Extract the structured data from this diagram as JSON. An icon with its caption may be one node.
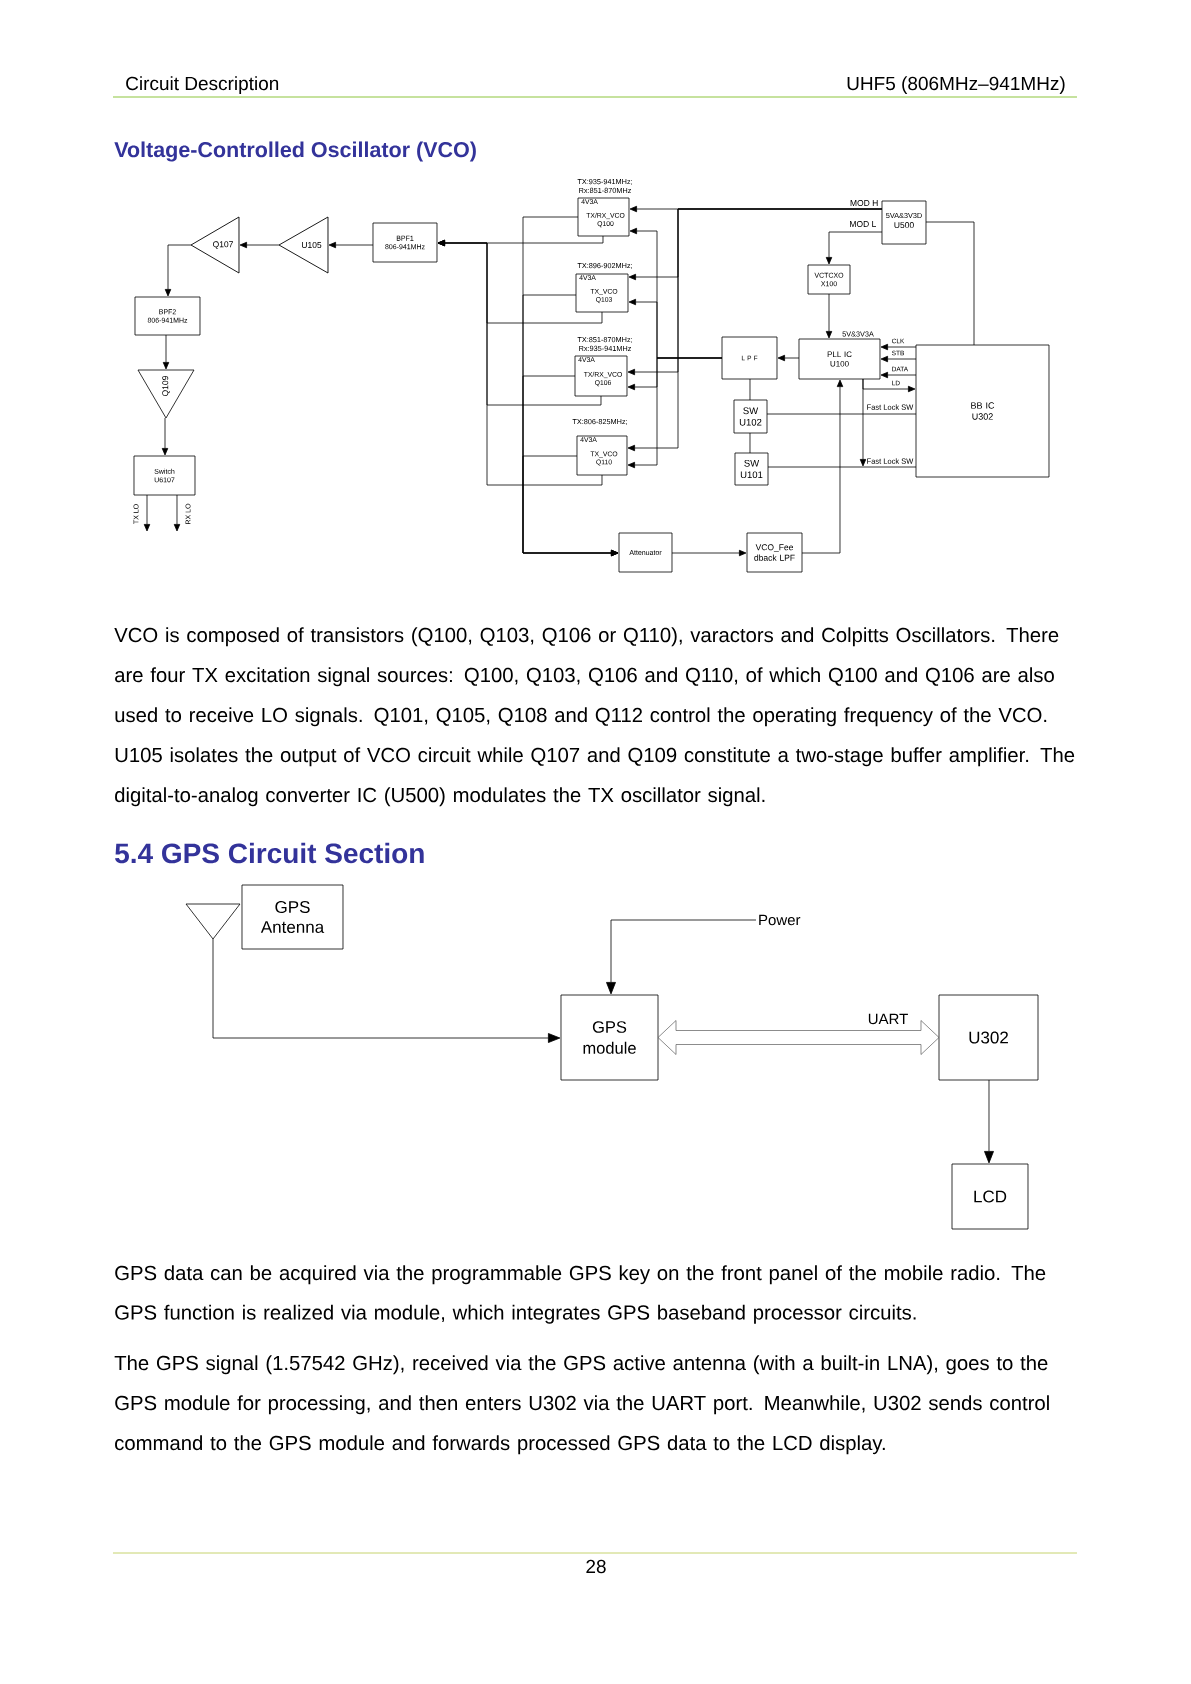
{
  "diagram": {
    "title": "Voltage-Controlled Oscillator (VCO)",
    "nodes": [
      {
        "text": [
          "Q107"
        ]
      },
      {
        "text": [
          "U105"
        ]
      },
      {
        "text": [
          "BPF1",
          "806-941MHz"
        ]
      },
      {
        "text": [
          "BPF2",
          "806-941MHz"
        ]
      },
      {
        "text": [
          "Q109"
        ]
      },
      {
        "text": [
          "Switch",
          "U6107"
        ]
      },
      {
        "text": [
          "4V3A",
          "TX/RX_VCO",
          "Q100"
        ],
        "beside": [
          "TX:935-941MHz; Rx:851-870MHz"
        ]
      },
      {
        "text": [
          "4V3A",
          "TX_VCO",
          "Q103"
        ],
        "beside": [
          "TX:896-902MHz;"
        ]
      },
      {
        "text": [
          "4V3A",
          "TX/RX_VCO",
          "Q106"
        ],
        "beside": [
          "TX:851-870MHz; Rx:935-941MHz"
        ]
      },
      {
        "text": [
          "4V3A",
          "TX_VCO",
          "Q110"
        ],
        "beside": [
          "TX:806-825MHz;"
        ]
      },
      {
        "text": [
          "5VA&3V3D",
          "U500"
        ]
      },
      {
        "text": [
          "VCTCXO",
          "X100"
        ]
      },
      {
        "text": [
          "L P F"
        ]
      },
      {
        "text": [
          "PLL IC",
          "U100"
        ],
        "beside": [
          "5V&3V3A"
        ]
      },
      {
        "text": [
          "SW",
          "U102"
        ]
      },
      {
        "text": [
          "SW",
          "U101"
        ]
      },
      {
        "text": [
          "BB IC",
          "U302"
        ]
      },
      {
        "text": [
          "Attenuator"
        ]
      },
      {
        "text": [
          "VCO_Fee",
          "dback LPF"
        ]
      },
      {
        "text": [],
        "shape": "antenna"
      },
      {
        "text": [
          "GPS Antenna"
        ]
      },
      {
        "text": [
          "Power"
        ]
      },
      {
        "text": [
          "GPS module"
        ]
      },
      {
        "text": [
          "U302"
        ]
      },
      {
        "text": [
          "LCD"
        ]
      }
    ],
    "edges": [
      {
        "from": 2,
        "to": 1,
        "arrow": "to"
      },
      {
        "from": 1,
        "to": 0,
        "arrow": "to"
      },
      {
        "from": 0,
        "to": 3,
        "arrow": "to"
      },
      {
        "from": 3,
        "to": 4,
        "arrow": "to"
      },
      {
        "from": 4,
        "to": 5,
        "arrow": "to"
      },
      {
        "from": 5,
        "to": null,
        "arrow": "to",
        "label": "TX LO"
      },
      {
        "from": 5,
        "to": null,
        "arrow": "to",
        "label": "RX LO"
      },
      {
        "from": 6,
        "to": 2,
        "arrow": "to"
      },
      {
        "from": 7,
        "to": 2,
        "arrow": "to"
      },
      {
        "from": 8,
        "to": 2,
        "arrow": "to"
      },
      {
        "from": 9,
        "to": 2,
        "arrow": "to"
      },
      {
        "from": 6,
        "to": 17,
        "arrow": "to"
      },
      {
        "from": 7,
        "to": 17,
        "arrow": "to"
      },
      {
        "from": 8,
        "to": 17,
        "arrow": "to"
      },
      {
        "from": 9,
        "to": 17,
        "arrow": "to"
      },
      {
        "from": 17,
        "to": 18,
        "arrow": "to"
      },
      {
        "from": 18,
        "to": 13,
        "arrow": "to"
      },
      {
        "from": 10,
        "to": 6,
        "arrow": "to",
        "label": "MOD H"
      },
      {
        "from": 10,
        "to": 7,
        "arrow": "to"
      },
      {
        "from": 10,
        "to": 8,
        "arrow": "to"
      },
      {
        "from": 10,
        "to": 9,
        "arrow": "to"
      },
      {
        "from": 10,
        "to": 11,
        "arrow": "to",
        "label": "MOD L"
      },
      {
        "from": 11,
        "to": 13,
        "arrow": "to"
      },
      {
        "from": 13,
        "to": 12,
        "arrow": "to"
      },
      {
        "from": 12,
        "to": 6,
        "arrow": "to"
      },
      {
        "from": 12,
        "to": 7,
        "arrow": "to"
      },
      {
        "from": 12,
        "to": 8,
        "arrow": "to"
      },
      {
        "from": 12,
        "to": 9,
        "arrow": "to"
      },
      {
        "from": 12,
        "to": 14,
        "arrow": "none"
      },
      {
        "from": 14,
        "to": 15,
        "arrow": "none"
      },
      {
        "from": 16,
        "to": 13,
        "arrow": "to",
        "label": "CLK"
      },
      {
        "from": 16,
        "to": 13,
        "arrow": "to",
        "label": "STB"
      },
      {
        "from": 16,
        "to": 13,
        "arrow": "to",
        "label": "DATA"
      },
      {
        "from": 13,
        "to": 16,
        "arrow": "to",
        "label": "LD"
      },
      {
        "from": 13,
        "to": null,
        "arrow": "to"
      },
      {
        "from": 14,
        "to": 16,
        "arrow": "none",
        "label": "Fast Lock SW"
      },
      {
        "from": 15,
        "to": 16,
        "arrow": "none",
        "label": "Fast Lock SW"
      },
      {
        "from": 10,
        "to": 16,
        "arrow": "none"
      },
      {
        "from": 19,
        "to": 22,
        "arrow": "to"
      },
      {
        "from": 21,
        "to": 22,
        "arrow": "to"
      },
      {
        "from": 22,
        "to": 23,
        "arrow": "both",
        "label": "UART",
        "style": "thick"
      },
      {
        "from": 23,
        "to": 24,
        "arrow": "to"
      }
    ],
    "labels": [
      "Circuit Description",
      "UHF5 (806MHz–941MHz)",
      "VCO is composed of transistors (Q100, Q103, Q106 or Q110), varactors and Colpitts Oscillators. There are four TX excitation signal sources: Q100, Q103, Q106 and Q110, of which Q100 and Q106 are also used to receive LO signals. Q101, Q105, Q108 and Q112 control the operating frequency of the VCO. U105 isolates the output of VCO circuit while Q107 and Q109 constitute a two-stage buffer amplifier. The digital-to-analog converter IC (U500) modulates the TX oscillator signal.",
      "5.4 GPS Circuit Section",
      "GPS data can be acquired via the programmable GPS key on the front panel of the mobile radio. The GPS function is realized via module, which integrates GPS baseband processor circuits.",
      "The GPS signal (1.57542 GHz), received via the GPS active antenna (with a built-in LNA), goes to the GPS module for processing, and then enters U302 via the UART port. Meanwhile, U302 sends control command to the GPS module and forwards processed GPS data to the LCD display.",
      "28"
    ]
  }
}
